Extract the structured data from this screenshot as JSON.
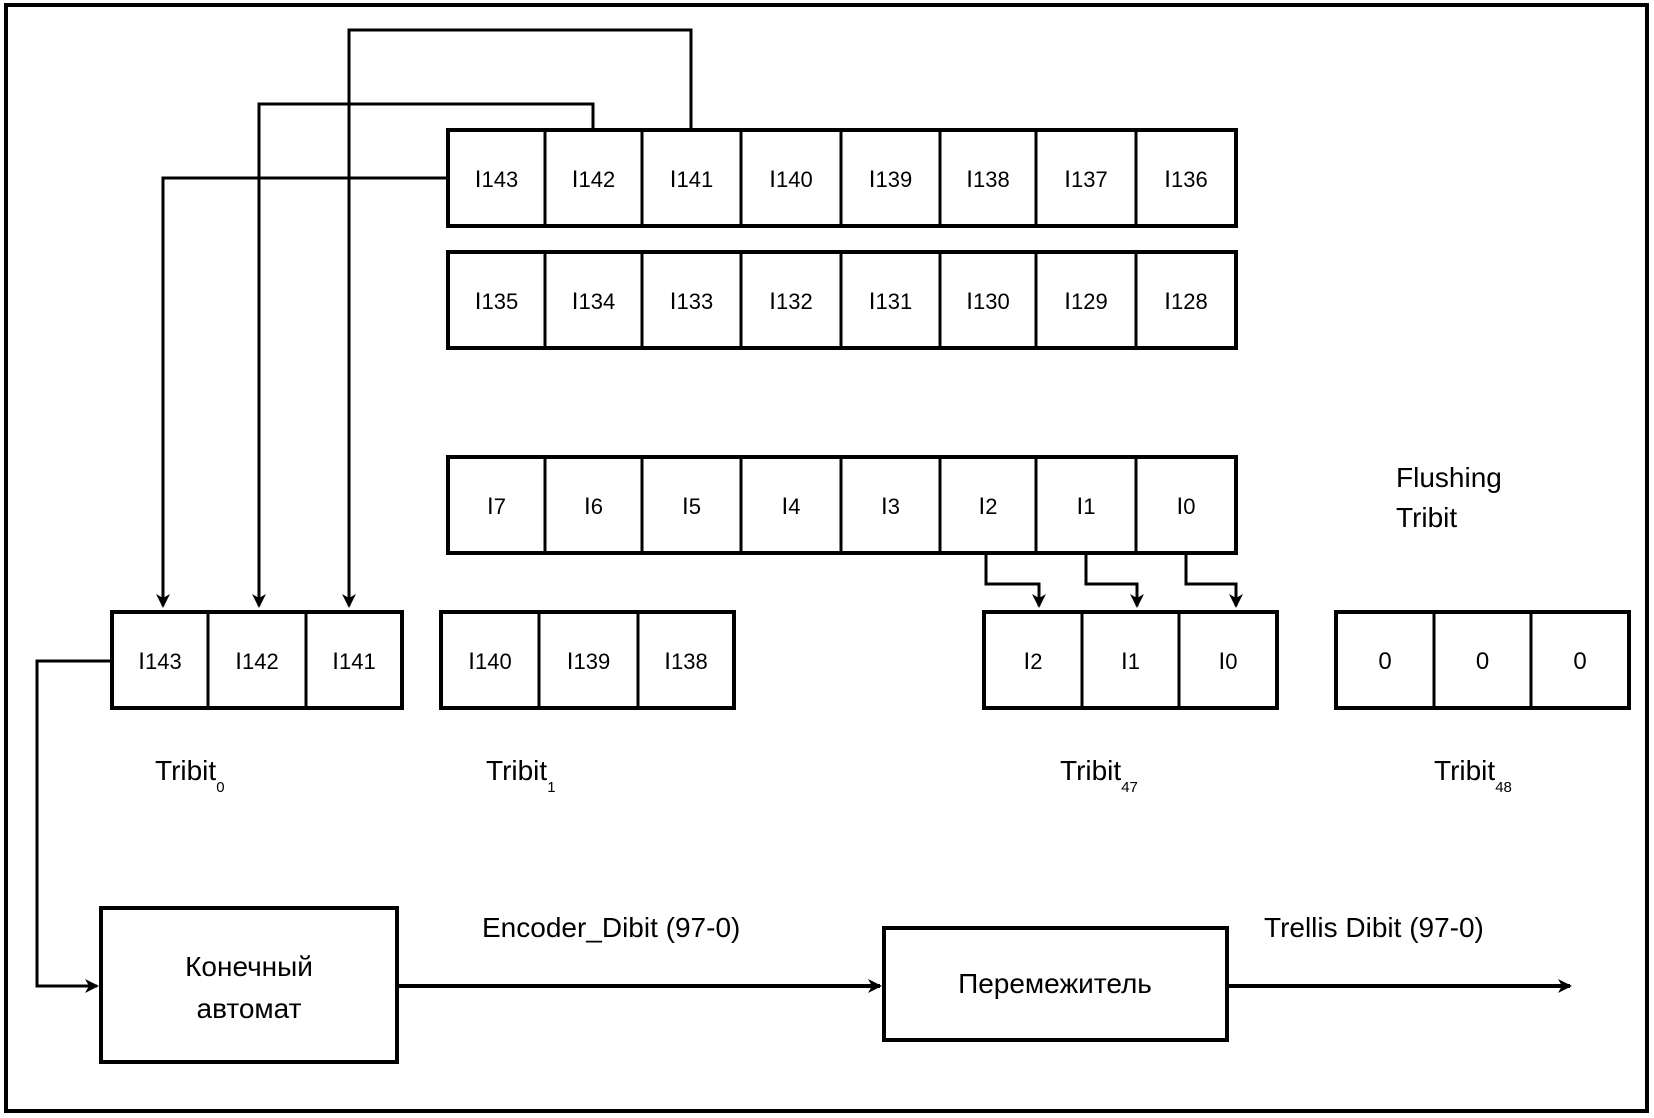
{
  "diagram": {
    "register_rows": [
      {
        "id": "row-top",
        "cells": [
          "143",
          "142",
          "141",
          "140",
          "139",
          "138",
          "137",
          "136"
        ]
      },
      {
        "id": "row-second",
        "cells": [
          "135",
          "134",
          "133",
          "132",
          "131",
          "130",
          "129",
          "128"
        ]
      },
      {
        "id": "row-last",
        "cells": [
          "7",
          "6",
          "5",
          "4",
          "3",
          "2",
          "1",
          "0"
        ]
      }
    ],
    "cell_prefix": "I",
    "tribits": [
      {
        "name": "Tribit",
        "index": "0",
        "cells": [
          {
            "p": "I",
            "s": "143"
          },
          {
            "p": "I",
            "s": "142"
          },
          {
            "p": "I",
            "s": "141"
          }
        ]
      },
      {
        "name": "Tribit",
        "index": "1",
        "cells": [
          {
            "p": "I",
            "s": "140"
          },
          {
            "p": "I",
            "s": "139"
          },
          {
            "p": "I",
            "s": "138"
          }
        ]
      },
      {
        "name": "Tribit",
        "index": "47",
        "cells": [
          {
            "p": "I",
            "s": "2"
          },
          {
            "p": "I",
            "s": "1"
          },
          {
            "p": "I",
            "s": "0"
          }
        ]
      },
      {
        "name": "Tribit",
        "index": "48",
        "cells": [
          {
            "p": "0",
            "s": ""
          },
          {
            "p": "0",
            "s": ""
          },
          {
            "p": "0",
            "s": ""
          }
        ]
      }
    ],
    "flushing_label": [
      "Flushing",
      "Tribit"
    ],
    "blocks": {
      "fsm": [
        "Конечный",
        "автомат"
      ],
      "interleaver": "Перемежитель"
    },
    "signals": {
      "encoder_dibit": "Encoder_Dibit (97-0)",
      "trellis_dibit": "Trellis Dibit (97-0)"
    }
  }
}
